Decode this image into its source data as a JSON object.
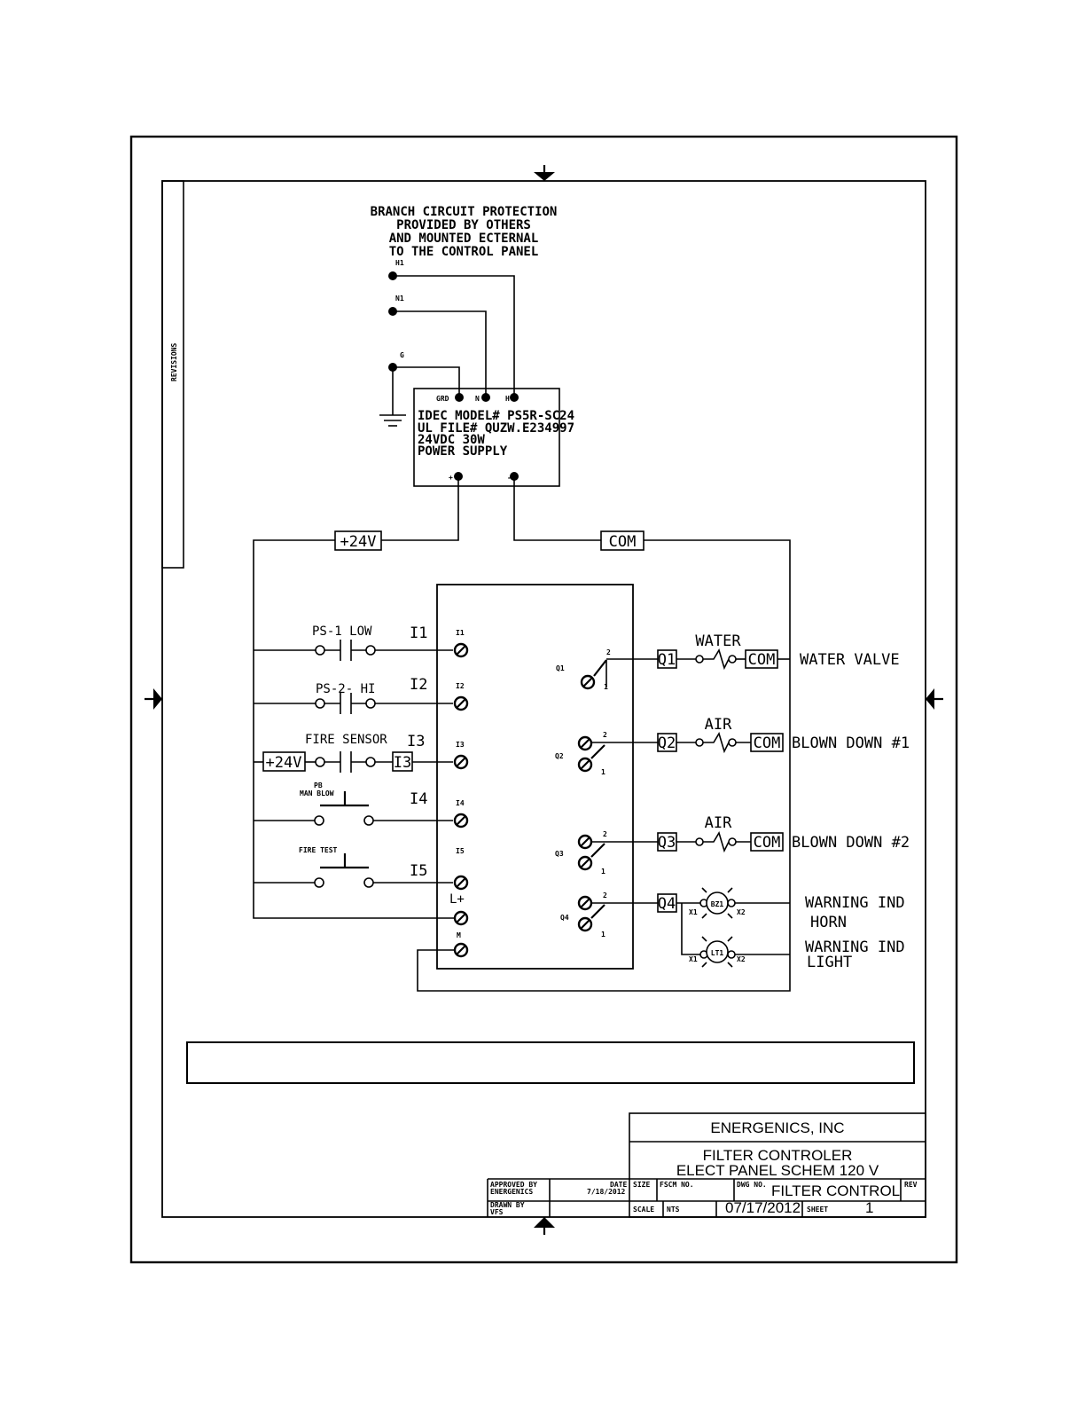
{
  "drawing": {
    "revisions_label": "REVISIONS",
    "branch_note": [
      "BRANCH CIRCUIT PROTECTION",
      "PROVIDED BY OTHERS",
      "AND MOUNTED ECTERNAL",
      "TO THE CONTROL PANEL"
    ],
    "feed_labels": {
      "h1": "H1",
      "n1": "N1",
      "g": "G"
    },
    "power_supply": {
      "terminals": {
        "gnd": "GRD",
        "n": "N",
        "h": "H",
        "plus": "+",
        "minus": "-"
      },
      "lines": [
        "IDEC MODEL# PS5R-SC24",
        "UL FILE# QUZW.E234997",
        "24VDC 30W",
        "POWER SUPPLY"
      ]
    },
    "bus_labels": {
      "plus24": "+24V",
      "com": "COM"
    },
    "inputs": [
      {
        "device": "PS-1 LOW",
        "tag": "I1",
        "terminal": "I1"
      },
      {
        "device": "PS-2- HI",
        "tag": "I2",
        "terminal": "I2"
      },
      {
        "device": "FIRE SENSOR",
        "tag": "I3",
        "terminal": "I3",
        "source": "+24V",
        "box": "I3"
      },
      {
        "device_top": "PB",
        "device": "MAN BLOW",
        "tag": "I4",
        "terminal": "I4"
      },
      {
        "device": "FIRE TEST",
        "tag": "I5",
        "terminal": "I5"
      }
    ],
    "plc_power": {
      "lplus": "L+",
      "m": "M"
    },
    "outputs": [
      {
        "terminal": "Q1",
        "box": "Q1",
        "device": "WATER",
        "com": "COM",
        "load": "WATER VALVE"
      },
      {
        "terminal": "Q2",
        "box": "Q2",
        "device": "AIR",
        "com": "COM",
        "load": "BLOWN DOWN #1"
      },
      {
        "terminal": "Q3",
        "box": "Q3",
        "device": "AIR",
        "com": "COM",
        "load": "BLOWN DOWN #2"
      },
      {
        "terminal": "Q4",
        "box": "Q4"
      }
    ],
    "contact_pins": {
      "top": "2",
      "bottom": "1"
    },
    "indicators": [
      {
        "tag": "BZ1",
        "x1": "X1",
        "x2": "X2",
        "label_line1": "WARNING IND",
        "label_line2": "HORN"
      },
      {
        "tag": "LT1",
        "x1": "X1",
        "x2": "X2",
        "label_line1": "WARNING IND",
        "label_line2": "LIGHT"
      }
    ]
  },
  "title_block": {
    "company": "ENERGENICS, INC",
    "title_line1": "FILTER CONTROLER",
    "title_line2": "ELECT PANEL SCHEM 120 V",
    "approved_by_label": "APPROVED BY",
    "approved_by": "ENERGENICS",
    "date_label": "DATE",
    "date_approved": "7/18/2012",
    "drawn_by_label": "DRAWN BY",
    "drawn_by": "VFS",
    "size_label": "SIZE",
    "fscm_label": "FSCM NO.",
    "dwg_label": "DWG NO.",
    "dwg_no": "FILTER CONTROL",
    "rev_label": "REV",
    "scale_label": "SCALE",
    "scale": "NTS",
    "date": "07/17/2012",
    "sheet_label": "SHEET",
    "sheet": "1"
  }
}
